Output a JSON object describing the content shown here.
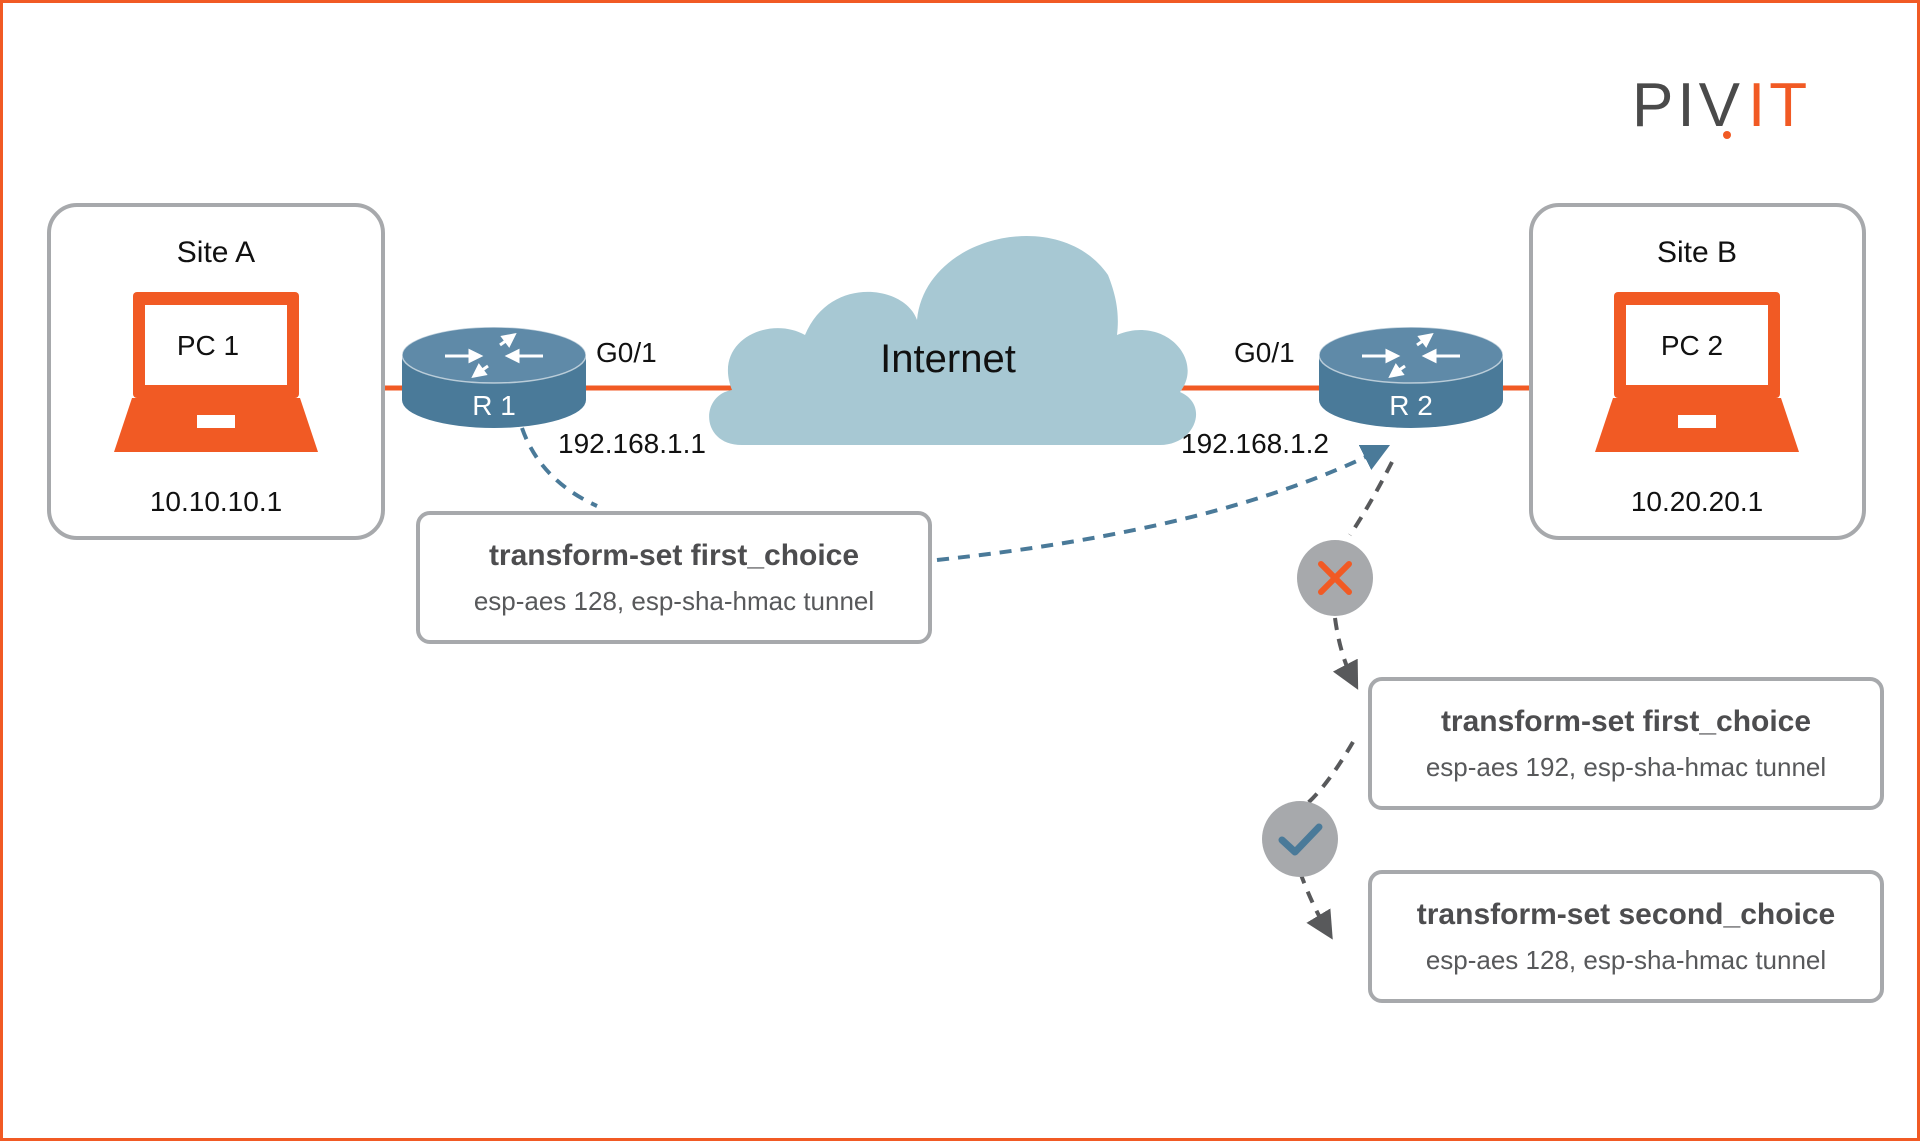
{
  "brand": {
    "logo_text_left": "PIV",
    "logo_text_right": "IT",
    "logo_color_dark": "#4a4a4a",
    "logo_color_accent": "#f15a24"
  },
  "colors": {
    "frame": "#f15a24",
    "link": "#f15a24",
    "router_body": "#4a7a99",
    "router_top": "#5f8aa8",
    "cloud": "#a7c8d3",
    "box_border": "#a7a9ac",
    "dash_blue": "#4a7a99",
    "dash_gray": "#58595b",
    "status_circle": "#a7a9ac",
    "fail_mark": "#f15a24",
    "ok_mark": "#4a7a99"
  },
  "site_a": {
    "title": "Site A",
    "pc_label": "PC 1",
    "ip": "10.10.10.1"
  },
  "site_b": {
    "title": "Site B",
    "pc_label": "PC 2",
    "ip": "10.20.20.1"
  },
  "router_1": {
    "label": "R 1",
    "interface": "G0/1",
    "ip": "192.168.1.1"
  },
  "router_2": {
    "label": "R 2",
    "interface": "G0/1",
    "ip": "192.168.1.2"
  },
  "cloud": {
    "label": "Internet"
  },
  "proposal_r1": {
    "title": "transform-set first_choice",
    "detail": "esp-aes 128, esp-sha-hmac tunnel"
  },
  "r2_sets": [
    {
      "title": "transform-set first_choice",
      "detail": "esp-aes 192, esp-sha-hmac tunnel",
      "status": "rejected",
      "status_icon": "x-icon"
    },
    {
      "title": "transform-set second_choice",
      "detail": "esp-aes 128, esp-sha-hmac tunnel",
      "status": "accepted",
      "status_icon": "check-icon"
    }
  ]
}
